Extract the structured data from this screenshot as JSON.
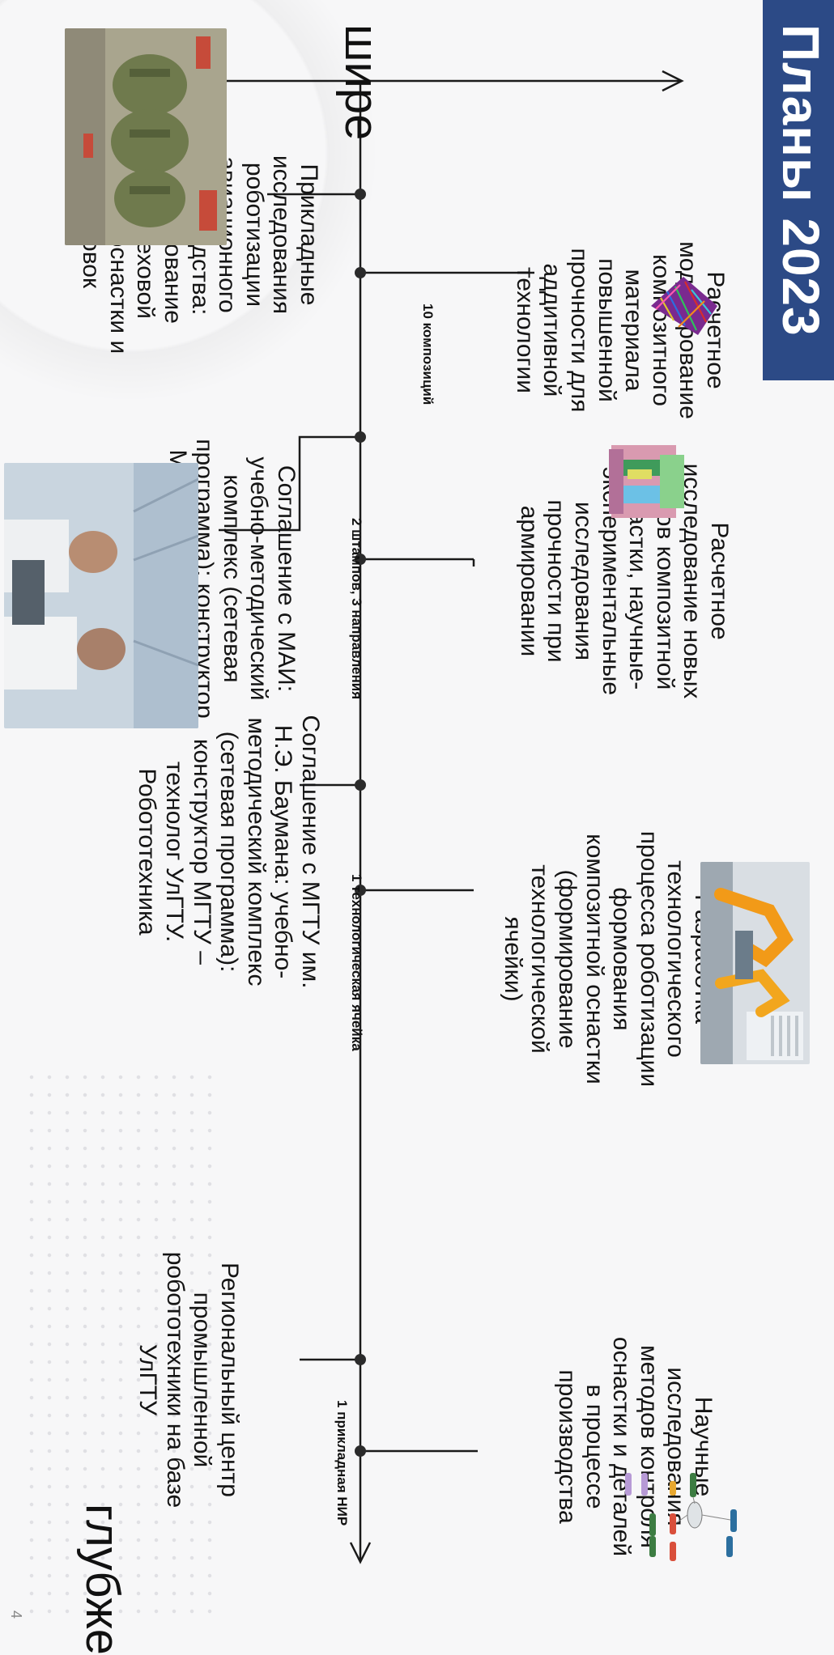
{
  "header": {
    "title": "Планы 2023 г."
  },
  "axis": {
    "horizontal_label": "глубже",
    "vertical_label": "шире"
  },
  "items": {
    "composite_modeling": {
      "title": "Расчетное моделирование композитного материала повышенной прочности для аддитивной технологии",
      "note": "10 композиций"
    },
    "tooling_research": {
      "title": "Расчетное исследование новых видов композитной оснастки, научные-экспериментальные исследования прочности при армировании",
      "note": "2 штампов, 3 направления"
    },
    "robot_process": {
      "title": "Разработка технологического процесса роботизации формования композитной оснастки (формирование технологической ячейки)",
      "note": "1 технологическая ячейка"
    },
    "control_methods": {
      "title": "Научные исследования методов контроля оснастки и деталей в процессе производства",
      "note": "1 прикладная НИР"
    },
    "applied_research": {
      "title": "Прикладные исследования роботизации авиационного производства: моделирование внутрицеховой логистики оснастки и заготовок"
    },
    "mai_agreement": {
      "title": "Соглашение с МАИ: учебно-методический комплекс (сетевая программа): конструктор МАИ – технолог УлГТУ"
    },
    "mgtu_agreement": {
      "title": "Соглашение с МГТУ им. Н.Э. Баумана: учебно-методический комплекс (сетевая программа): конструктор МГТУ – технолог УлГТУ. Робототехника"
    },
    "regional_center": {
      "title": "Региональный центр промышленной робототехники на базе УлГТУ"
    }
  },
  "page_number": "4",
  "colors": {
    "banner": "#2c4a86",
    "line": "#1a1a1a",
    "node": "#2b2b2b"
  }
}
